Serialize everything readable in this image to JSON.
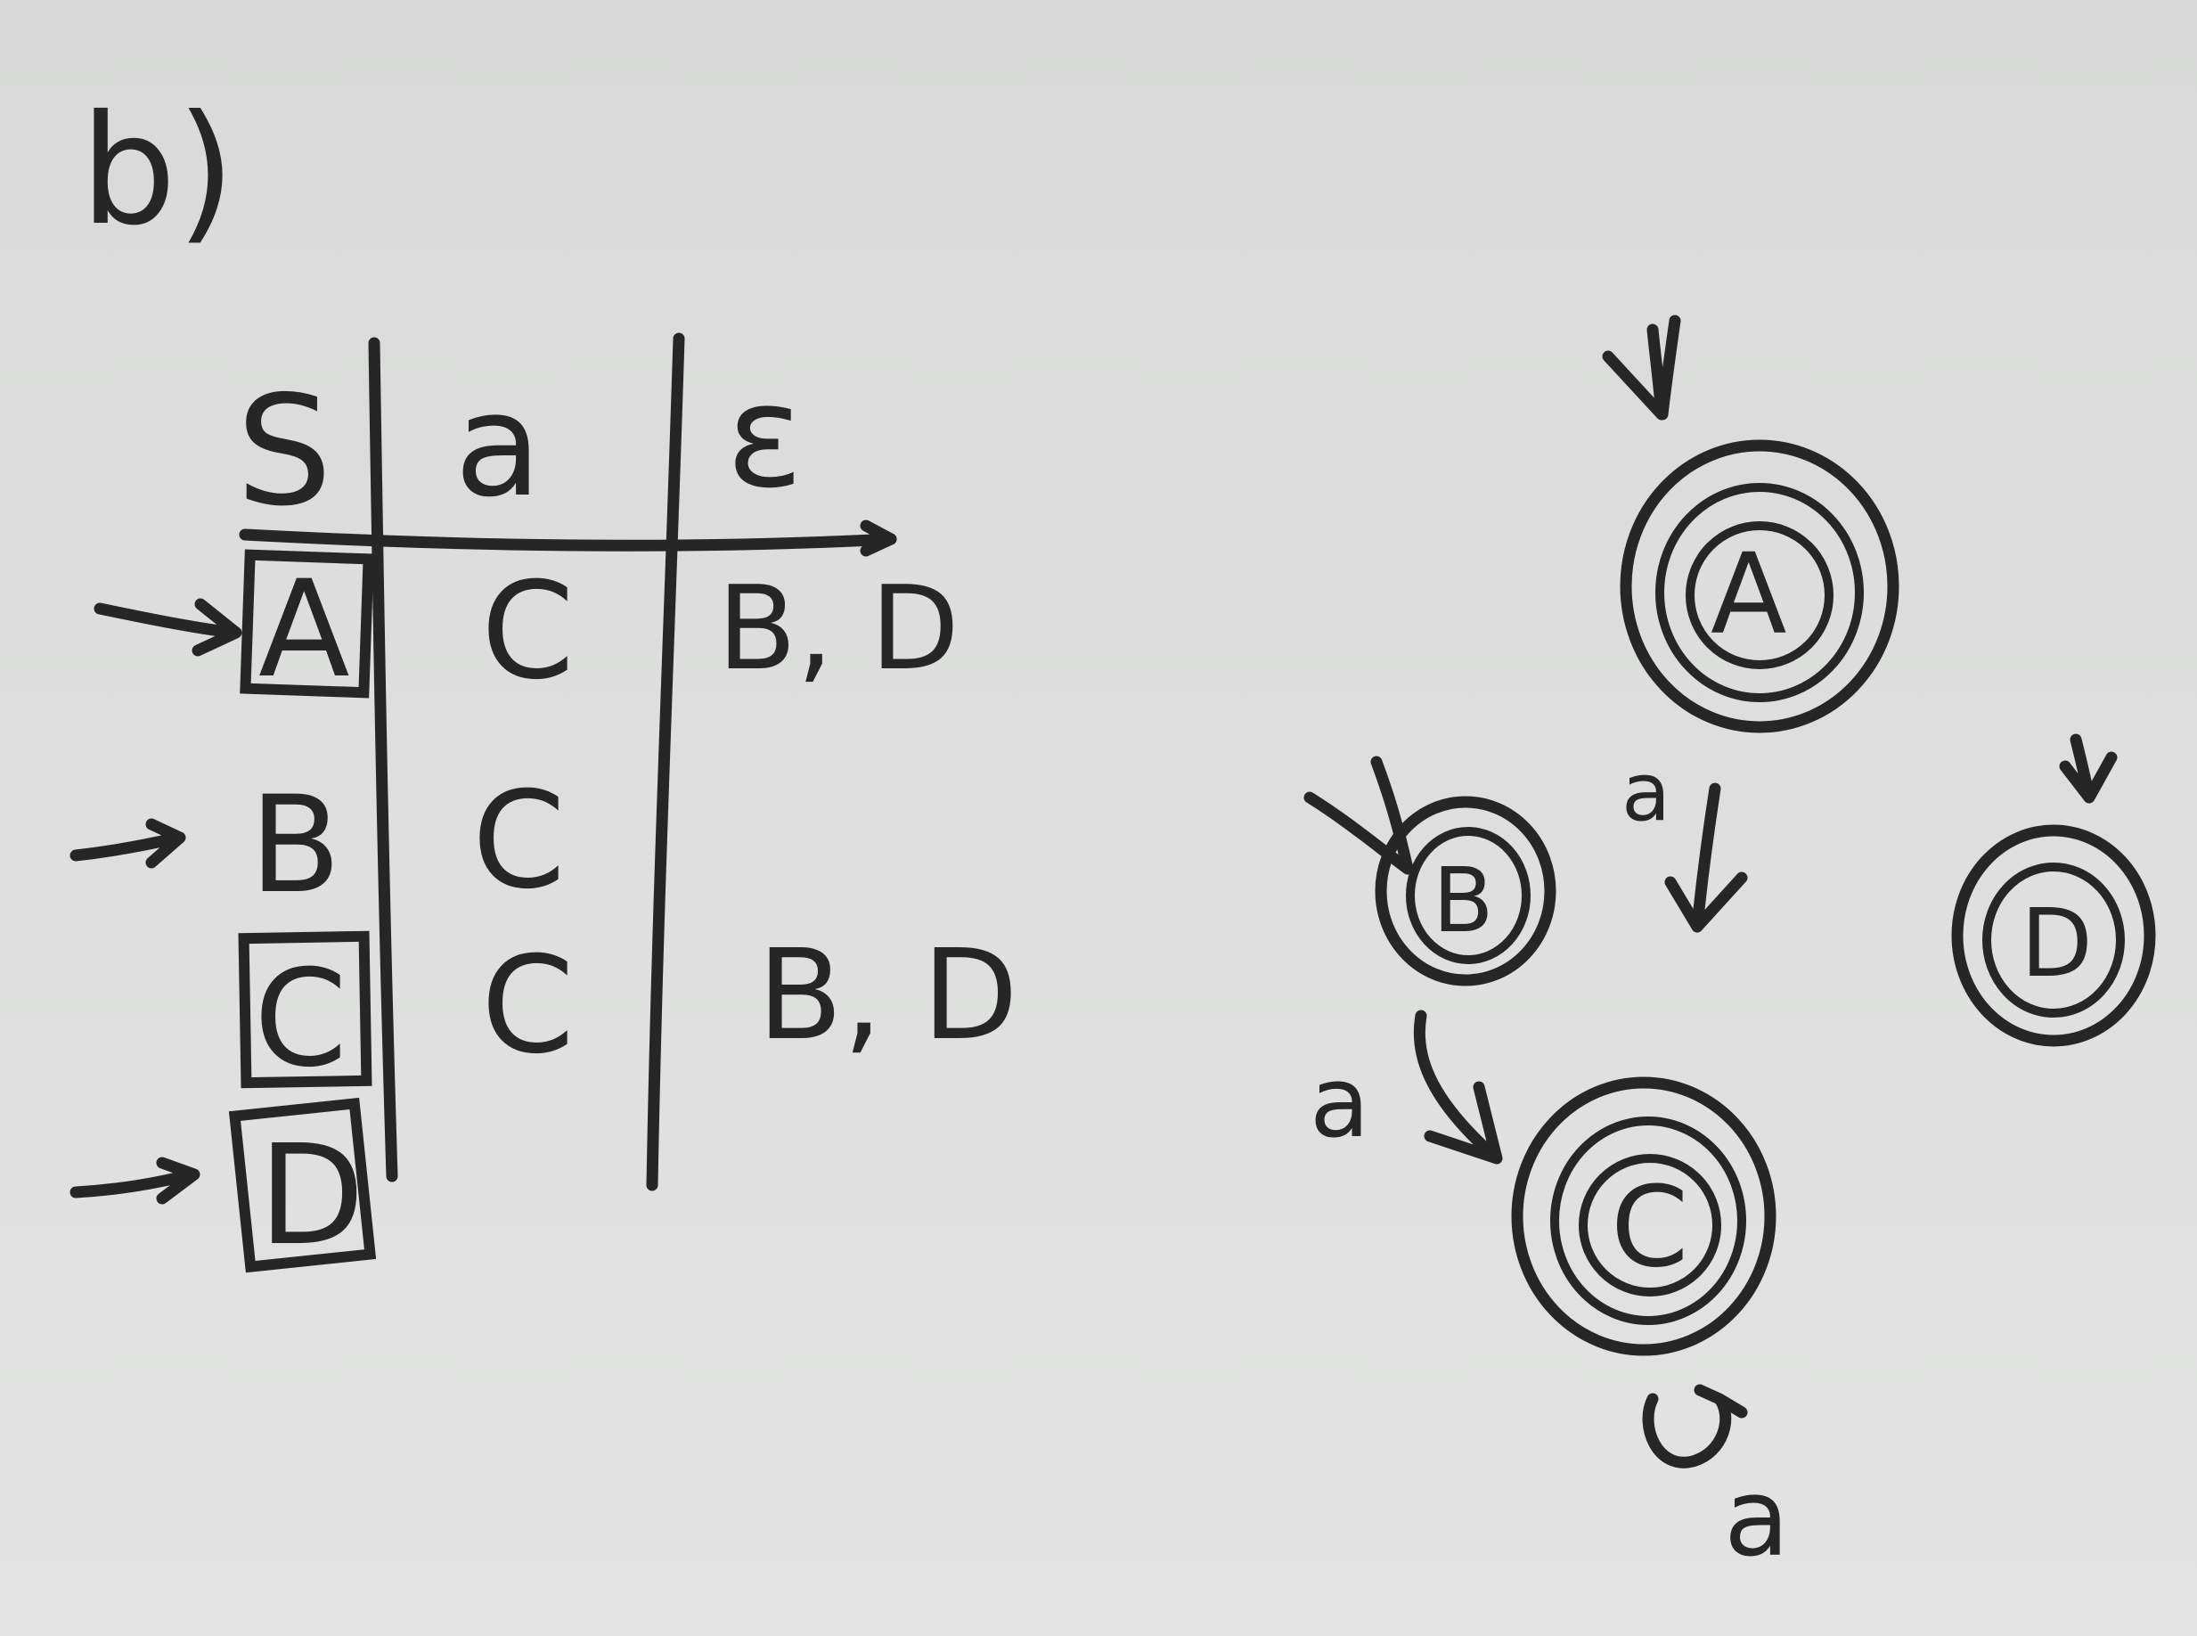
{
  "part_label": "b)",
  "table": {
    "headers": [
      "S",
      "a",
      "ε"
    ],
    "rows": [
      {
        "state": "A",
        "a": "C",
        "eps": "B, D",
        "initial": true,
        "final": true
      },
      {
        "state": "B",
        "a": "C",
        "eps": "",
        "initial": true,
        "final": false
      },
      {
        "state": "C",
        "a": "C",
        "eps": "B, D",
        "initial": false,
        "final": true
      },
      {
        "state": "D",
        "a": "",
        "eps": "",
        "initial": true,
        "final": true
      }
    ]
  },
  "automaton": {
    "states": [
      {
        "id": "A",
        "initial": true,
        "final": true
      },
      {
        "id": "B",
        "initial": true,
        "final": true
      },
      {
        "id": "C",
        "initial": false,
        "final": true
      },
      {
        "id": "D",
        "initial": true,
        "final": true
      }
    ],
    "transitions": [
      {
        "from": "A",
        "to": "C",
        "label": "a"
      },
      {
        "from": "B",
        "to": "C",
        "label": "a"
      },
      {
        "from": "C",
        "to": "C",
        "label": "a"
      }
    ]
  }
}
